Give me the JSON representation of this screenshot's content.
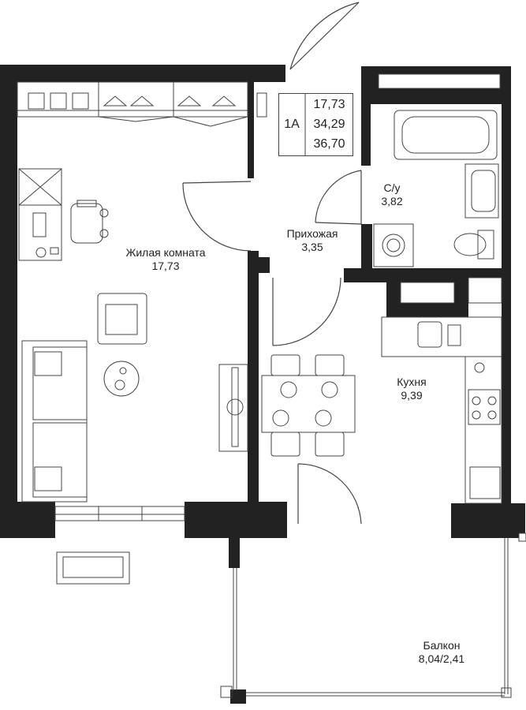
{
  "apartment": {
    "code": "1A",
    "areas": [
      "17,73",
      "34,29",
      "36,70"
    ]
  },
  "rooms": [
    {
      "id": "living",
      "name": "Жилая комната",
      "area": "17,73"
    },
    {
      "id": "hall",
      "name": "Прихожая",
      "area": "3,35"
    },
    {
      "id": "bath",
      "name": "С/у",
      "area": "3,82"
    },
    {
      "id": "kitchen",
      "name": "Кухня",
      "area": "9,39"
    },
    {
      "id": "balcony",
      "name": "Балкон",
      "area": "8,04/2,41"
    }
  ],
  "colors": {
    "wall": "#222222",
    "line": "#444444",
    "fill": "#e8e8e8",
    "background": "#ffffff"
  }
}
